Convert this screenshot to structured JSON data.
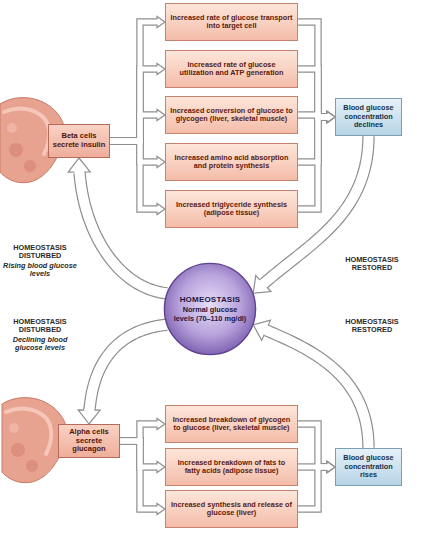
{
  "diagram": {
    "nodes": [
      {
        "text": [
          "Beta cells secrete insulin"
        ]
      },
      {
        "text": [
          "Increased rate of glucose transport into target cell"
        ]
      },
      {
        "text": [
          "Increased rate of glucose utilization and ATP generation"
        ]
      },
      {
        "text": [
          "Increased conversion of glucose to glycogen (liver, skeletal muscle)"
        ]
      },
      {
        "text": [
          "Increased amino acid absorption and protein synthesis"
        ]
      },
      {
        "text": [
          "Increased triglyceride synthesis (adipose tissue)"
        ]
      },
      {
        "text": [
          "Blood glucose concentration declines"
        ]
      },
      {
        "text": [
          "HOMEOSTASIS",
          "Normal glucose levels (70–110 mg/dl)"
        ]
      },
      {
        "text": [
          "Alpha cells secrete glucagon"
        ]
      },
      {
        "text": [
          "Increased breakdown of glycogen to glucose (liver, skeletal muscle)"
        ]
      },
      {
        "text": [
          "Increased breakdown of fats to fatty acids (adipose tissue)"
        ]
      },
      {
        "text": [
          "Increased synthesis and release of glucose (liver)"
        ]
      },
      {
        "text": [
          "Blood glucose concentration rises"
        ]
      }
    ],
    "edges": [
      {
        "from": 0,
        "to": 1,
        "arrow": "to"
      },
      {
        "from": 0,
        "to": 2,
        "arrow": "to"
      },
      {
        "from": 0,
        "to": 3,
        "arrow": "to"
      },
      {
        "from": 0,
        "to": 4,
        "arrow": "to"
      },
      {
        "from": 0,
        "to": 5,
        "arrow": "to"
      },
      {
        "from": 1,
        "to": 6,
        "arrow": "to"
      },
      {
        "from": 2,
        "to": 6,
        "arrow": "to"
      },
      {
        "from": 3,
        "to": 6,
        "arrow": "to"
      },
      {
        "from": 4,
        "to": 6,
        "arrow": "to"
      },
      {
        "from": 5,
        "to": 6,
        "arrow": "to"
      },
      {
        "from": 6,
        "to": 7,
        "arrow": "to"
      },
      {
        "from": 7,
        "to": 0,
        "arrow": "to"
      },
      {
        "from": 7,
        "to": 8,
        "arrow": "to"
      },
      {
        "from": 8,
        "to": 9,
        "arrow": "to"
      },
      {
        "from": 8,
        "to": 10,
        "arrow": "to"
      },
      {
        "from": 8,
        "to": 11,
        "arrow": "to"
      },
      {
        "from": 9,
        "to": 12,
        "arrow": "to"
      },
      {
        "from": 10,
        "to": 12,
        "arrow": "to"
      },
      {
        "from": 11,
        "to": 12,
        "arrow": "to"
      },
      {
        "from": 12,
        "to": 7,
        "arrow": "to"
      }
    ],
    "labels": [
      "HOMEOSTASIS DISTURBED",
      "Rising blood glucose levels",
      "HOMEOSTASIS DISTURBED",
      "Declining blood glucose levels",
      "HOMEOSTASIS RESTORED",
      "HOMEOSTASIS RESTORED"
    ]
  }
}
